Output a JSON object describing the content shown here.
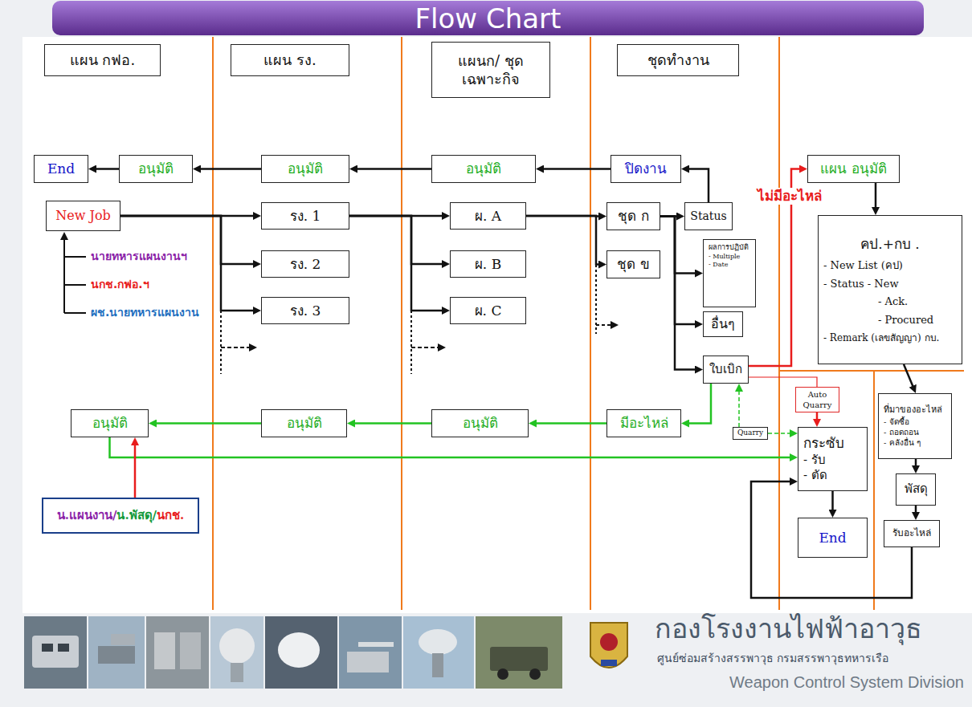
{
  "diagram": {
    "title": "Flow Chart",
    "nodes": [
      {
        "text": [
          "แผน กฟอ."
        ]
      },
      {
        "text": [
          "แผน รง."
        ]
      },
      {
        "text": [
          "แผนก/ ชุดเฉพาะกิจ"
        ]
      },
      {
        "text": [
          "ชุดทำงาน"
        ]
      },
      {
        "text": [
          "End"
        ]
      },
      {
        "text": [
          "อนุมัติ"
        ]
      },
      {
        "text": [
          "อนุมัติ"
        ]
      },
      {
        "text": [
          "อนุมัติ"
        ]
      },
      {
        "text": [
          "ปิดงาน"
        ]
      },
      {
        "text": [
          "แผน อนุมัติ"
        ]
      },
      {
        "text": [
          "New Job"
        ]
      },
      {
        "text": [
          "รง. 1"
        ]
      },
      {
        "text": [
          "ผ. A"
        ]
      },
      {
        "text": [
          "ชุด ก"
        ]
      },
      {
        "text": [
          "Status"
        ]
      },
      {
        "text": [
          "รง. 2"
        ]
      },
      {
        "text": [
          "ผ. B"
        ]
      },
      {
        "text": [
          "ชุด ข"
        ]
      },
      {
        "text": [
          "ผลการปฏิบัติ",
          "- Multiple",
          "- Date"
        ]
      },
      {
        "text": [
          "คป.+กบ .",
          "- New List (คป)",
          "- Status - New",
          "- Ack.",
          "- Procured",
          "- Remark (เลขสัญญา) กบ."
        ]
      },
      {
        "text": [
          "รง. 3"
        ]
      },
      {
        "text": [
          "ผ. C"
        ]
      },
      {
        "text": [
          "อื่นๆ"
        ]
      },
      {
        "text": [
          "ใบเบิก"
        ]
      },
      {
        "text": [
          "Auto Quarry"
        ]
      },
      {
        "text": [
          "ที่มาของอะไหล่",
          "- จัดซื้อ",
          "- ถอดถอน",
          "- คลังอื่น ๆ"
        ]
      },
      {
        "text": [
          "Quarry"
        ]
      },
      {
        "text": [
          "กระซับ",
          "- รับ",
          "- ตัด"
        ]
      },
      {
        "text": [
          "อนุมัติ"
        ]
      },
      {
        "text": [
          "อนุมัติ"
        ]
      },
      {
        "text": [
          "อนุมัติ"
        ]
      },
      {
        "text": [
          "มีอะไหล่"
        ]
      },
      {
        "text": [
          "พัสดุ"
        ]
      },
      {
        "text": [
          "น.แผนงาน/",
          "น.พัสดุ/",
          "นกช."
        ]
      },
      {
        "text": [
          "End"
        ]
      },
      {
        "text": [
          "รับอะไหล่"
        ]
      }
    ],
    "edges": [
      {
        "from": 10,
        "to": 11,
        "arrow": "to"
      },
      {
        "from": 10,
        "to": 15,
        "arrow": "to"
      },
      {
        "from": 10,
        "to": 20,
        "arrow": "to"
      },
      {
        "from": 11,
        "to": 12,
        "arrow": "to"
      },
      {
        "from": 11,
        "to": 16,
        "arrow": "to"
      },
      {
        "from": 11,
        "to": 21,
        "arrow": "to"
      },
      {
        "from": 12,
        "to": 13,
        "arrow": "to"
      },
      {
        "from": 12,
        "to": 17,
        "arrow": "to"
      },
      {
        "from": 13,
        "to": 14,
        "arrow": "to"
      },
      {
        "from": 13,
        "to": 18,
        "arrow": "to"
      },
      {
        "from": 13,
        "to": 22,
        "arrow": "to"
      },
      {
        "from": 13,
        "to": 23,
        "arrow": "to"
      },
      {
        "from": 14,
        "to": 8,
        "arrow": "to"
      },
      {
        "from": 8,
        "to": 7,
        "arrow": "to"
      },
      {
        "from": 7,
        "to": 6,
        "arrow": "to"
      },
      {
        "from": 6,
        "to": 5,
        "arrow": "to"
      },
      {
        "from": 5,
        "to": 4,
        "arrow": "to"
      },
      {
        "from": 23,
        "to": 9,
        "label": "ไม่มีอะไหล่",
        "arrow": "to"
      },
      {
        "from": 9,
        "to": 19,
        "arrow": "to"
      },
      {
        "from": 19,
        "to": 25,
        "arrow": "to"
      },
      {
        "from": 25,
        "to": 32,
        "arrow": "to"
      },
      {
        "from": 32,
        "to": 35,
        "arrow": "to"
      },
      {
        "from": 35,
        "to": 27,
        "arrow": "to"
      },
      {
        "from": 27,
        "to": 34,
        "arrow": "to"
      },
      {
        "from": 23,
        "to": 31,
        "arrow": "to"
      },
      {
        "from": 31,
        "to": 30,
        "arrow": "to"
      },
      {
        "from": 30,
        "to": 29,
        "arrow": "to"
      },
      {
        "from": 29,
        "to": 28,
        "arrow": "to"
      },
      {
        "from": 28,
        "to": 27,
        "arrow": "to"
      },
      {
        "from": 33,
        "to": 28,
        "arrow": "to"
      },
      {
        "from": 23,
        "to": 24,
        "arrow": "none"
      },
      {
        "from": 24,
        "to": 27,
        "arrow": "to"
      },
      {
        "from": 26,
        "to": 23,
        "arrow": "to"
      },
      {
        "from": 26,
        "to": 27,
        "arrow": "to"
      }
    ],
    "labels": [
      "นายทหารแผนงานฯ",
      "นกช.กฟอ.ฯ",
      "ผช.นายทหารแผนงาน",
      "กองโรงงานไฟฟ้าอาวุธ",
      "ศูนย์ซ่อมสร้างสรรพาวุธ กรมสรรพาวุธทหารเรือ",
      "Weapon Control System Division"
    ]
  }
}
